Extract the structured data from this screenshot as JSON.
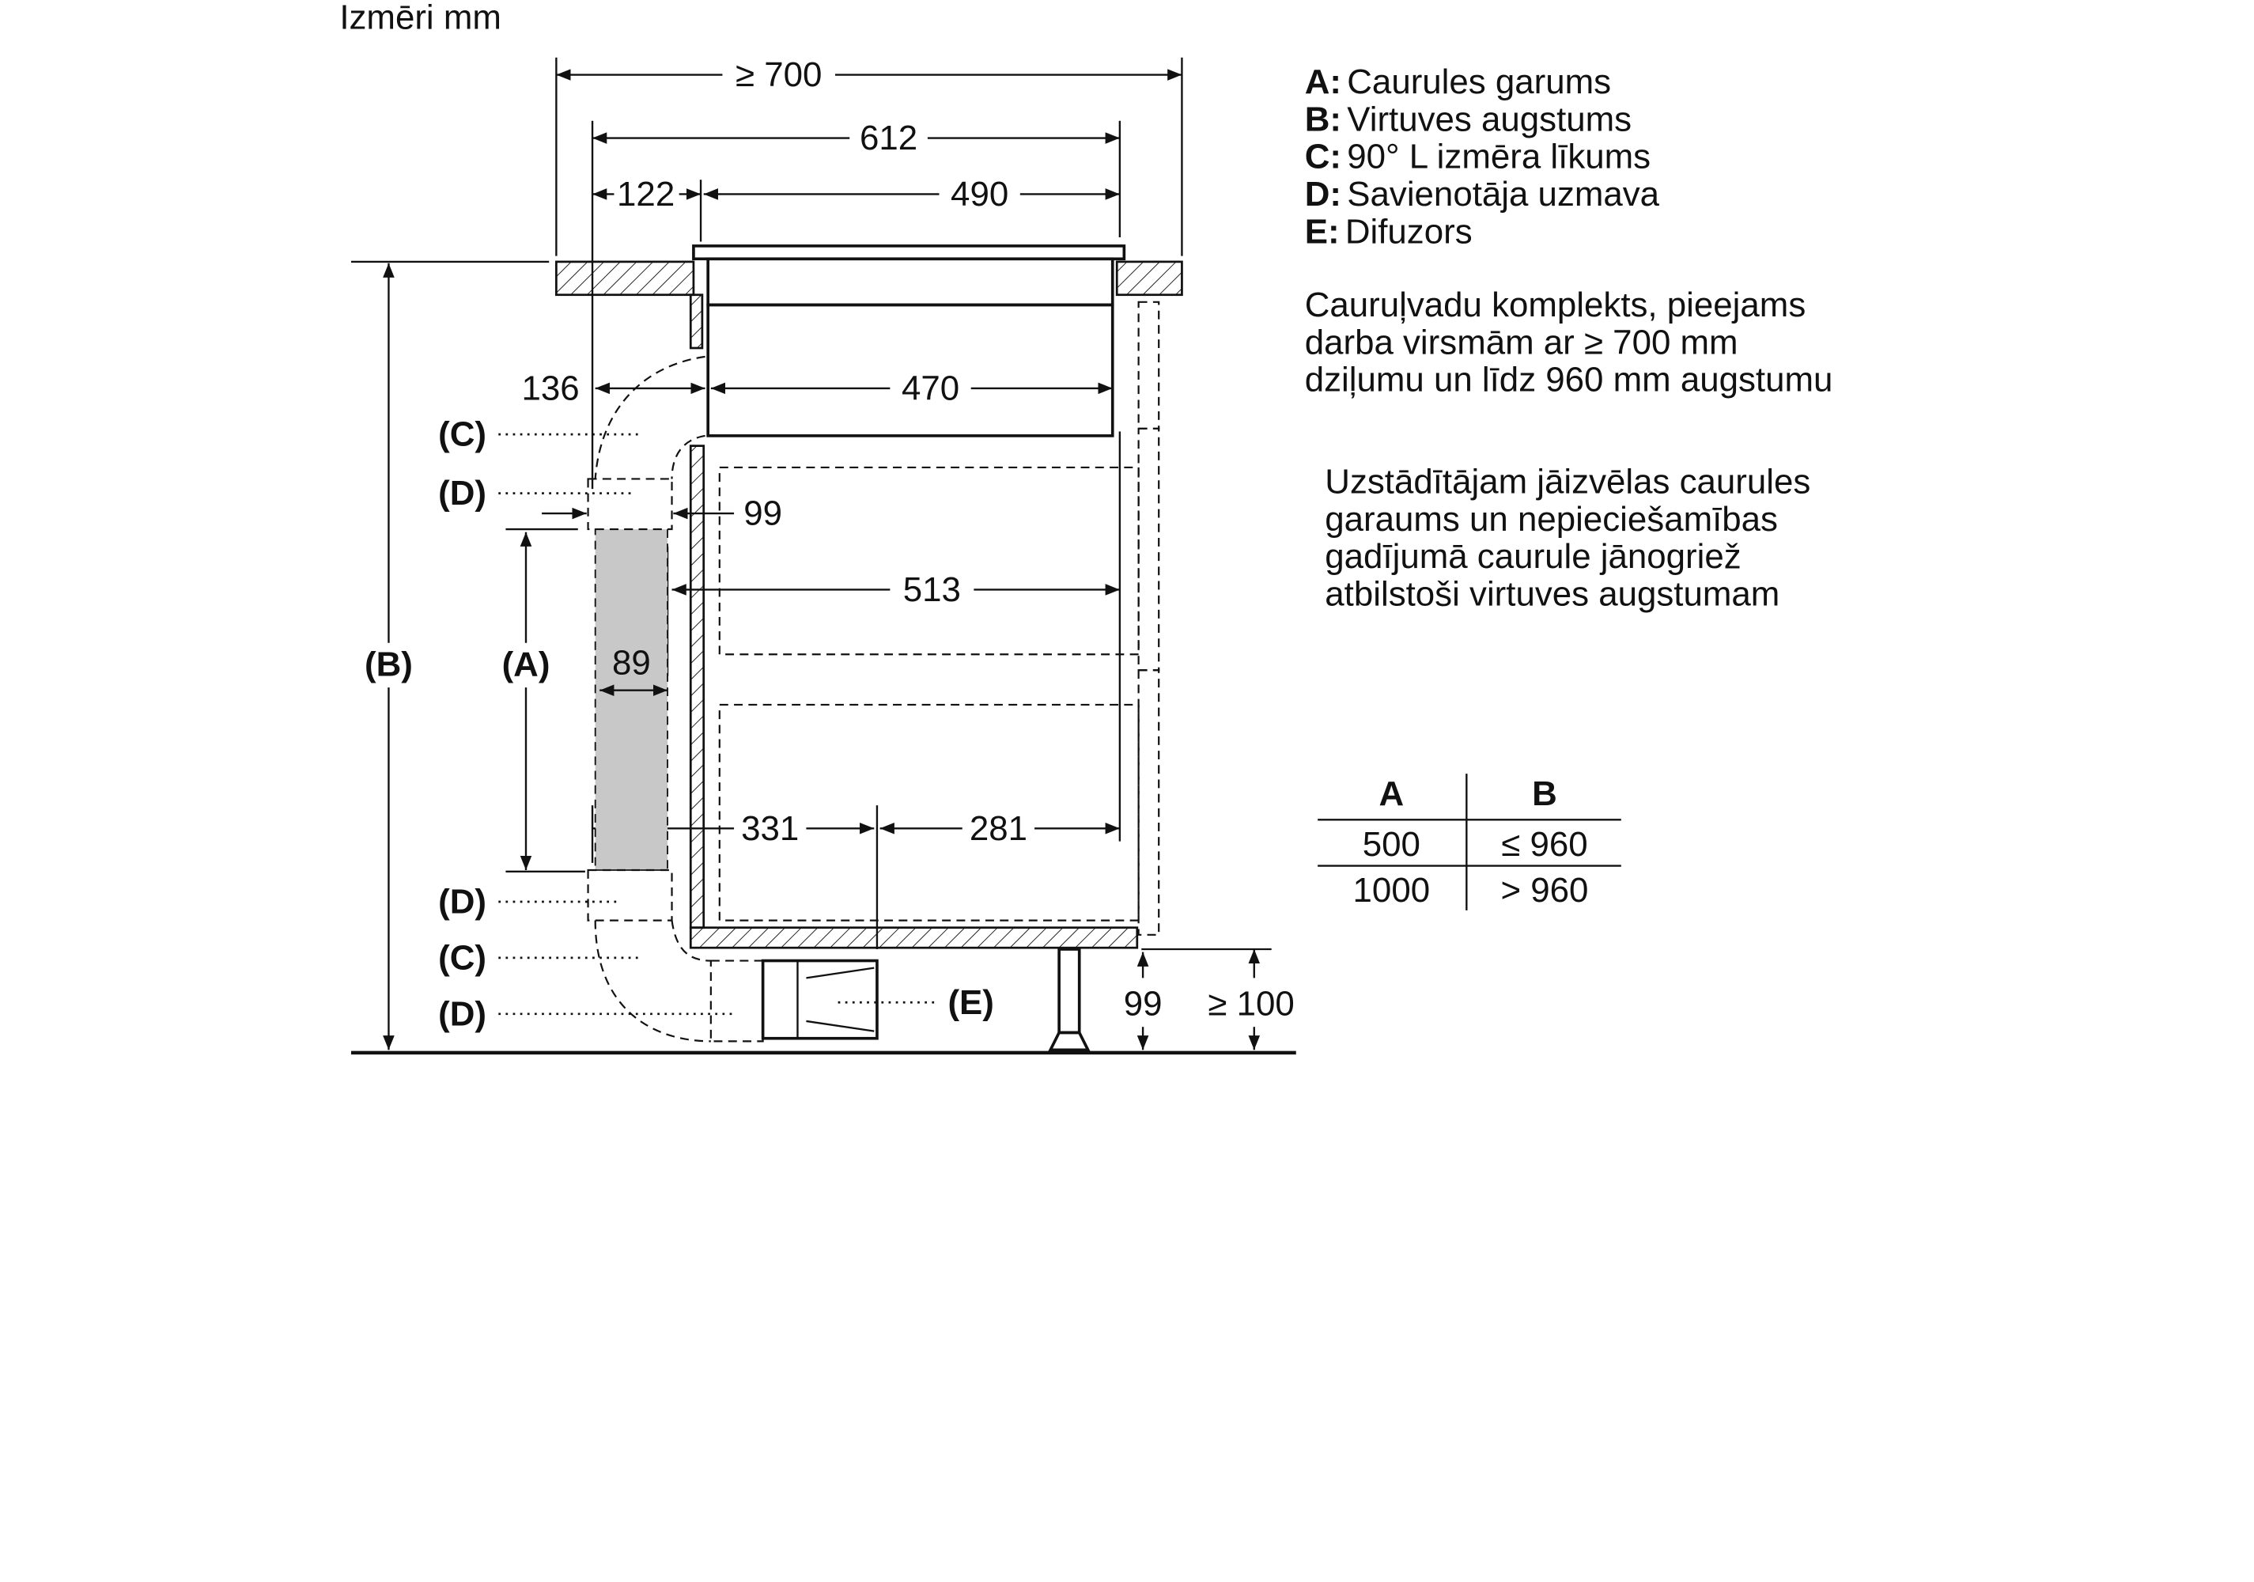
{
  "title": "Izmēri mm",
  "dimensions": {
    "d700": "≥ 700",
    "d612": "612",
    "d122": "122",
    "d490": "490",
    "d136": "136",
    "d470": "470",
    "d99a": "99",
    "d513": "513",
    "d89": "89",
    "d331": "331",
    "d281": "281",
    "d99b": "99",
    "d100": "≥ 100"
  },
  "callouts": {
    "B": "(B)",
    "A": "(A)",
    "C1": "(C)",
    "D1": "(D)",
    "D2": "(D)",
    "C2": "(C)",
    "D3": "(D)",
    "E": "(E)"
  },
  "legend": [
    {
      "key": "A:",
      "text": "Caurules garums"
    },
    {
      "key": "B:",
      "text": "Virtuves augstums"
    },
    {
      "key": "C:",
      "text": "90° L izmēra līkums"
    },
    {
      "key": "D:",
      "text": "Savienotāja uzmava"
    },
    {
      "key": "E:",
      "text": "Difuzors"
    }
  ],
  "note1": [
    "Cauruļvadu komplekts, pieejams",
    "darba virsmām ar ≥ 700 mm",
    "dziļumu un līdz 960 mm augstumu"
  ],
  "note2": [
    "Uzstādītājam jāizvēlas caurules",
    "garaums un nepieciešamības",
    "gadījumā caurule jānogriež",
    "atbilstoši virtuves augstumam"
  ],
  "table": {
    "headers": [
      "A",
      "B"
    ],
    "rows": [
      [
        "500",
        "≤ 960"
      ],
      [
        "1000",
        "> 960"
      ]
    ]
  }
}
